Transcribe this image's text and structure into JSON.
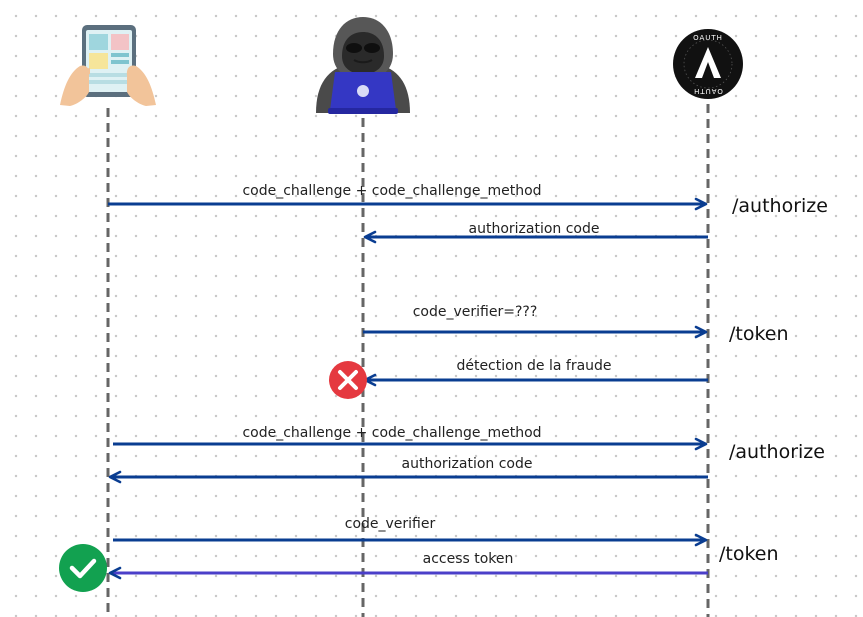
{
  "actors": {
    "client": {
      "icon": "tablet-hands-icon"
    },
    "attacker": {
      "icon": "hooded-hacker-laptop-icon"
    },
    "server": {
      "icon": "oauth-logo-icon",
      "logo_text": "OAUTH"
    }
  },
  "colors": {
    "arrow": "#0a3d91",
    "final_arrow": "#4b3fc9",
    "lifeline": "#666666",
    "error": "#e53940",
    "success": "#12a150"
  },
  "messages": [
    {
      "id": "m1",
      "label": "code_challenge + code_challenge_method",
      "endpoint": "/authorize"
    },
    {
      "id": "m2",
      "label": "authorization code"
    },
    {
      "id": "m3",
      "label": "code_verifier=???",
      "endpoint": "/token"
    },
    {
      "id": "m4",
      "label": "détection de la fraude",
      "status_icon": "error-x-icon"
    },
    {
      "id": "m5",
      "label": "code_challenge + code_challenge_method",
      "endpoint": "/authorize"
    },
    {
      "id": "m6",
      "label": "authorization code"
    },
    {
      "id": "m7",
      "label": "code_verifier",
      "endpoint": "/token"
    },
    {
      "id": "m8",
      "label": "access token",
      "status_icon": "success-check-icon"
    }
  ]
}
